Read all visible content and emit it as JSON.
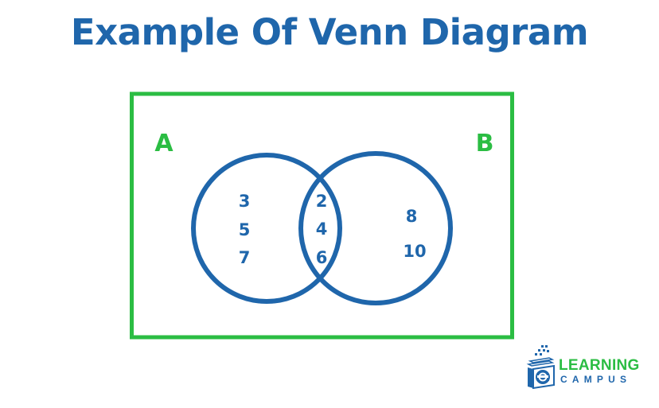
{
  "title": "Example Of Venn Diagram",
  "colors": {
    "primary_blue": "#1f66ab",
    "frame_green": "#2bbd43",
    "background": "#ffffff"
  },
  "diagram": {
    "type": "venn",
    "sets": [
      {
        "label": "A",
        "only_elements": [
          "3",
          "5",
          "7"
        ]
      },
      {
        "label": "B",
        "only_elements": [
          "8",
          "10"
        ]
      }
    ],
    "intersection": [
      "2",
      "4",
      "6"
    ]
  },
  "logo": {
    "line1": "LEARNING",
    "line2": "CAMPUS",
    "icon": "e-book-stack-icon"
  }
}
